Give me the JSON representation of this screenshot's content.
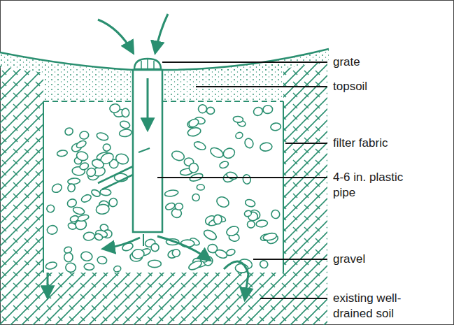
{
  "diagram": {
    "labels": [
      "grate",
      "topsoil",
      "filter fabric",
      "4-6 in. plastic pipe",
      "gravel",
      "existing well-drained soil"
    ]
  }
}
